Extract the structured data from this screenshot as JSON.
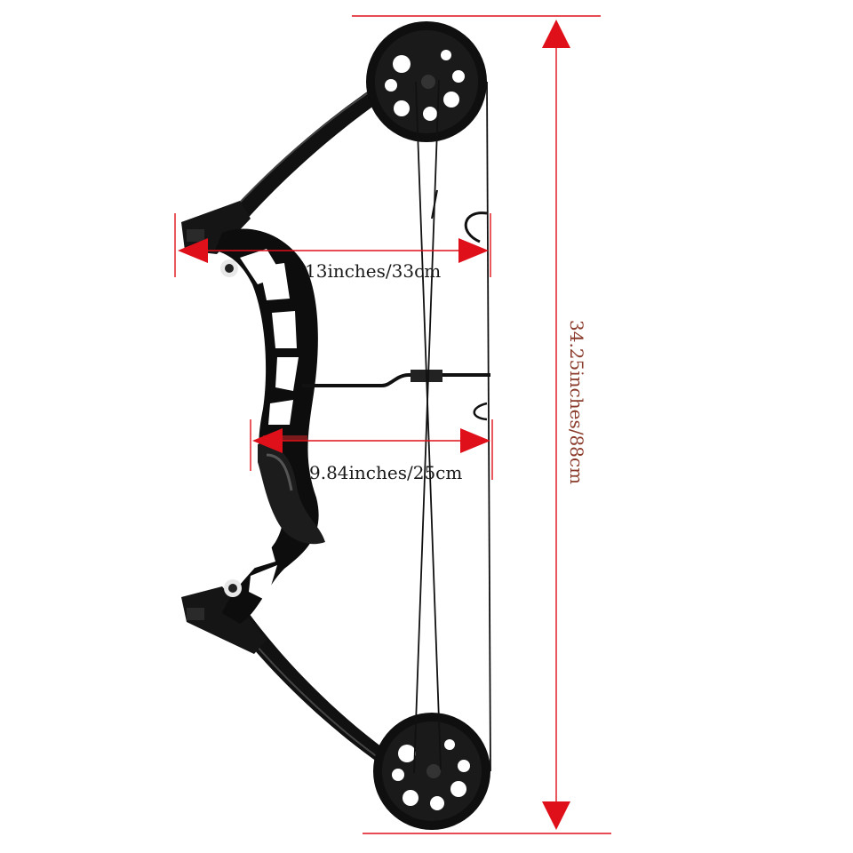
{
  "dimensions": {
    "width_label": "13inches/33cm",
    "grip_label": "9.84inches/25cm",
    "height_label": "34.25inches/88cm"
  },
  "colors": {
    "dimension_line": "#e0101a",
    "bow_body": "#111111",
    "background": "#ffffff"
  }
}
